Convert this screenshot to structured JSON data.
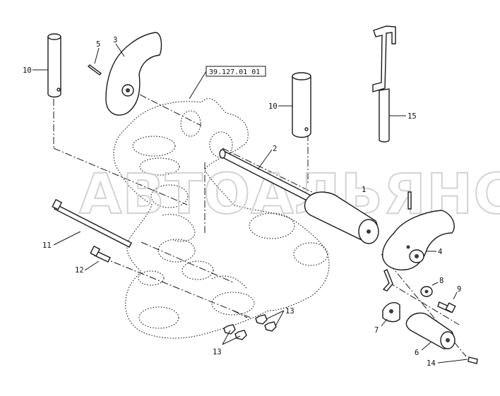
{
  "reference_tag": "39.127.01 01",
  "watermark": "АВТОАЛЬЯНС",
  "callouts": [
    {
      "id": "c5",
      "text": "5"
    },
    {
      "id": "c3",
      "text": "3"
    },
    {
      "id": "c10a",
      "text": "10"
    },
    {
      "id": "c10b",
      "text": "10"
    },
    {
      "id": "c15",
      "text": "15"
    },
    {
      "id": "c2",
      "text": "2"
    },
    {
      "id": "c1",
      "text": "1"
    },
    {
      "id": "c11",
      "text": "11"
    },
    {
      "id": "c12",
      "text": "12"
    },
    {
      "id": "c4",
      "text": "4"
    },
    {
      "id": "c8",
      "text": "8"
    },
    {
      "id": "c9",
      "text": "9"
    },
    {
      "id": "c13a",
      "text": "13"
    },
    {
      "id": "c13b",
      "text": "13"
    },
    {
      "id": "c7",
      "text": "7"
    },
    {
      "id": "c6",
      "text": "6"
    },
    {
      "id": "c14",
      "text": "14"
    }
  ]
}
